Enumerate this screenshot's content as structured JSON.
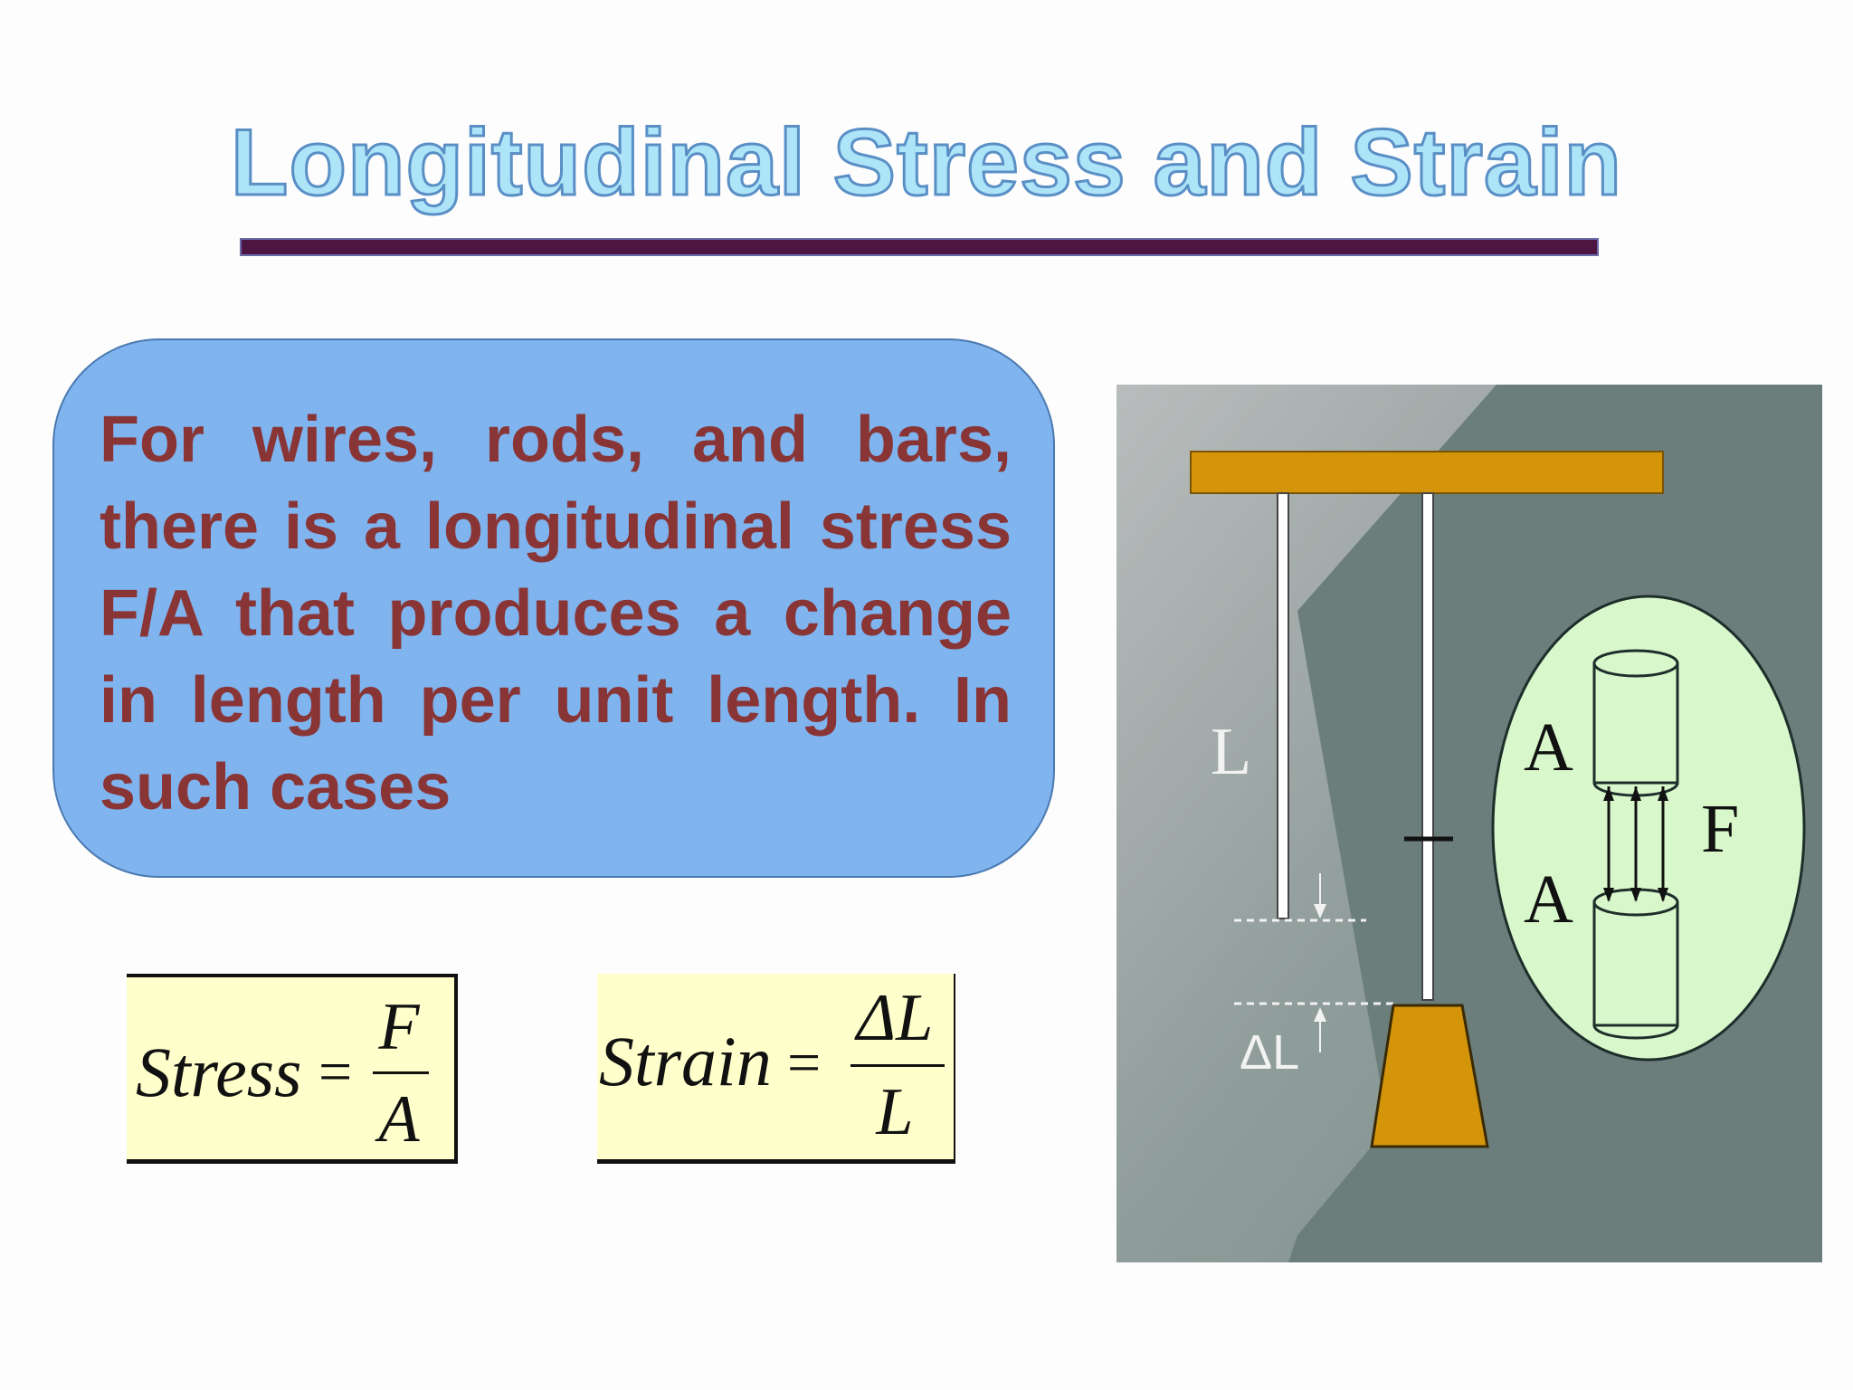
{
  "slide": {
    "title": "Longitudinal Stress and Strain",
    "body_text": "For wires, rods, and bars, there is a longitudinal stress F/A that produces a change in length per unit length. In such cases",
    "colors": {
      "title_fill": "#aee4f7",
      "title_outline": "#5a8fc6",
      "rule": "#4d1642",
      "bubble": "#7fb4ef",
      "body_text": "#8a3535",
      "formula_bg": "#ffffcc",
      "figure_metal": "#d4950a",
      "figure_inset": "#d8f8cc"
    }
  },
  "formulas": {
    "stress": {
      "lhs": "Stress",
      "eq": "=",
      "numerator": "F",
      "denominator": "A"
    },
    "strain": {
      "lhs": "Strain",
      "eq": "=",
      "numerator": "ΔL",
      "denominator": "L"
    }
  },
  "figure": {
    "label_length": "L",
    "label_delta": "ΔL",
    "label_area_top": "A",
    "label_area_bottom": "A",
    "label_force": "F"
  }
}
